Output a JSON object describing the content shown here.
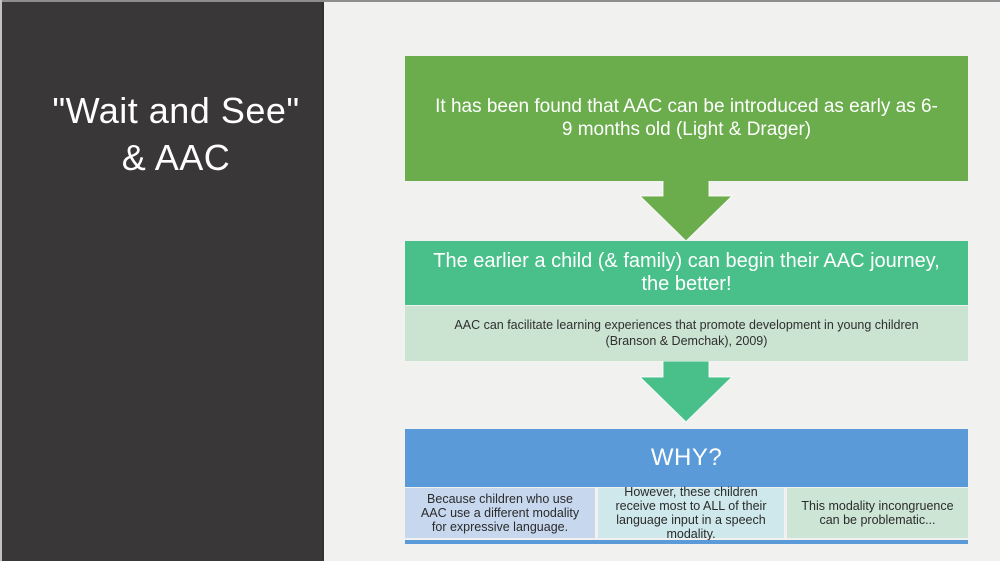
{
  "slide": {
    "sidebar": {
      "title_lines": [
        "\"Wait and See\"",
        "& AAC"
      ]
    },
    "flowchart": {
      "box1": {
        "text": "It has been found that AAC can be introduced as early as 6-9 months old (Light & Drager)"
      },
      "arrow1": {
        "icon": "down-arrow"
      },
      "box2": {
        "header": "The earlier a child (& family) can begin their AAC journey, the better!",
        "subtext": "AAC can facilitate learning experiences that promote development in young children (Branson & Demchak), 2009)"
      },
      "arrow2": {
        "icon": "down-arrow"
      },
      "box3": {
        "header": "WHY?",
        "columns": [
          {
            "text": "Because children who use AAC use a different modality for expressive language."
          },
          {
            "text": "However, these children receive most to ALL of their language input in a speech modality."
          },
          {
            "text": "This modality incongruence can be problematic..."
          }
        ]
      }
    }
  },
  "colors": {
    "canvas_bg": "#f1f1f0",
    "sidebar_bg": "#3a3738",
    "green": "#6bac4d",
    "teal": "#49c08a",
    "teal_light": "#cbe3d1",
    "blue": "#5a9ad9",
    "col_blue_light": "#c6d7ee",
    "col_cyan_light": "#cfe8eb",
    "col_green_light": "#cde5d5",
    "text_light": "#ffffff",
    "text_dark": "#2f2f2f"
  }
}
